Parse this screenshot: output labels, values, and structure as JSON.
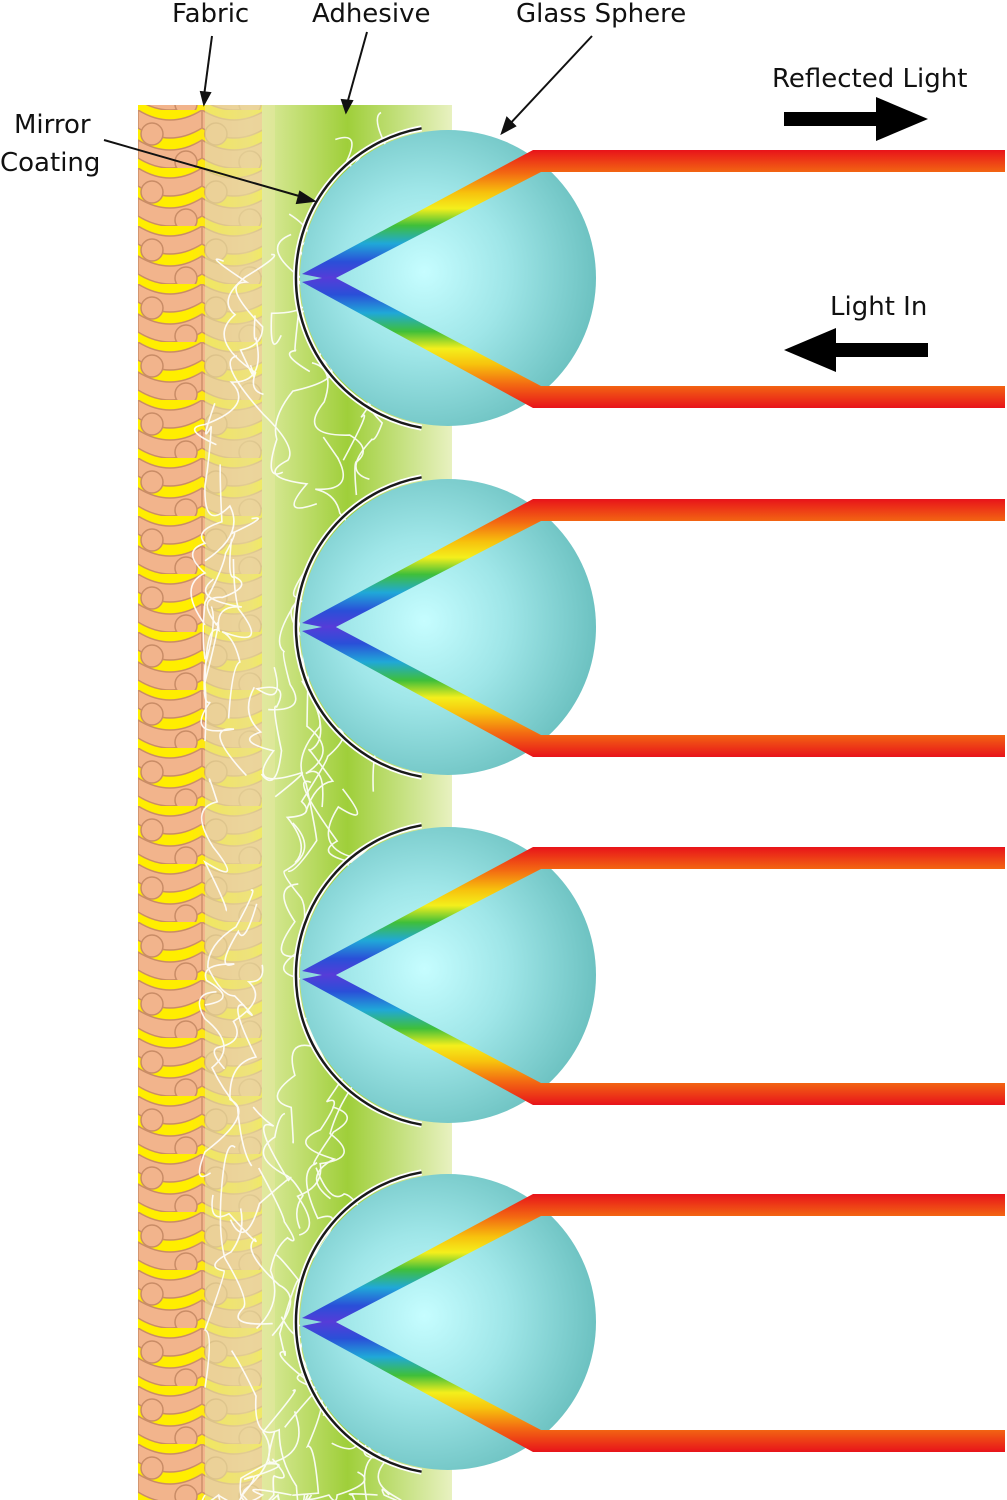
{
  "labels": {
    "fabric": "Fabric",
    "adhesive": "Adhesive",
    "glass_sphere": "Glass Sphere",
    "mirror_line1": "Mirror",
    "mirror_line2": "Coating",
    "reflected_light": "Reflected Light",
    "light_in": "Light In"
  },
  "colors": {
    "fabric_yellow": "#ffee00",
    "fabric_braid": "#f2b48c",
    "adhesive_green": "#9fcf3a",
    "adhesive_light": "#e4efb8",
    "sphere_center": "#b8fbff",
    "sphere_edge": "#6fc6c4",
    "mirror": "#1a1a1a",
    "arrow": "#000000",
    "spectrum": [
      "#e8131a",
      "#f36a12",
      "#f7c20d",
      "#f4ef1c",
      "#3fbf3a",
      "#20a8d8",
      "#2a4fd8",
      "#5a3ad8"
    ]
  },
  "icons": {
    "reflected_arrow": "arrow-right-icon",
    "incoming_arrow": "arrow-left-icon"
  }
}
